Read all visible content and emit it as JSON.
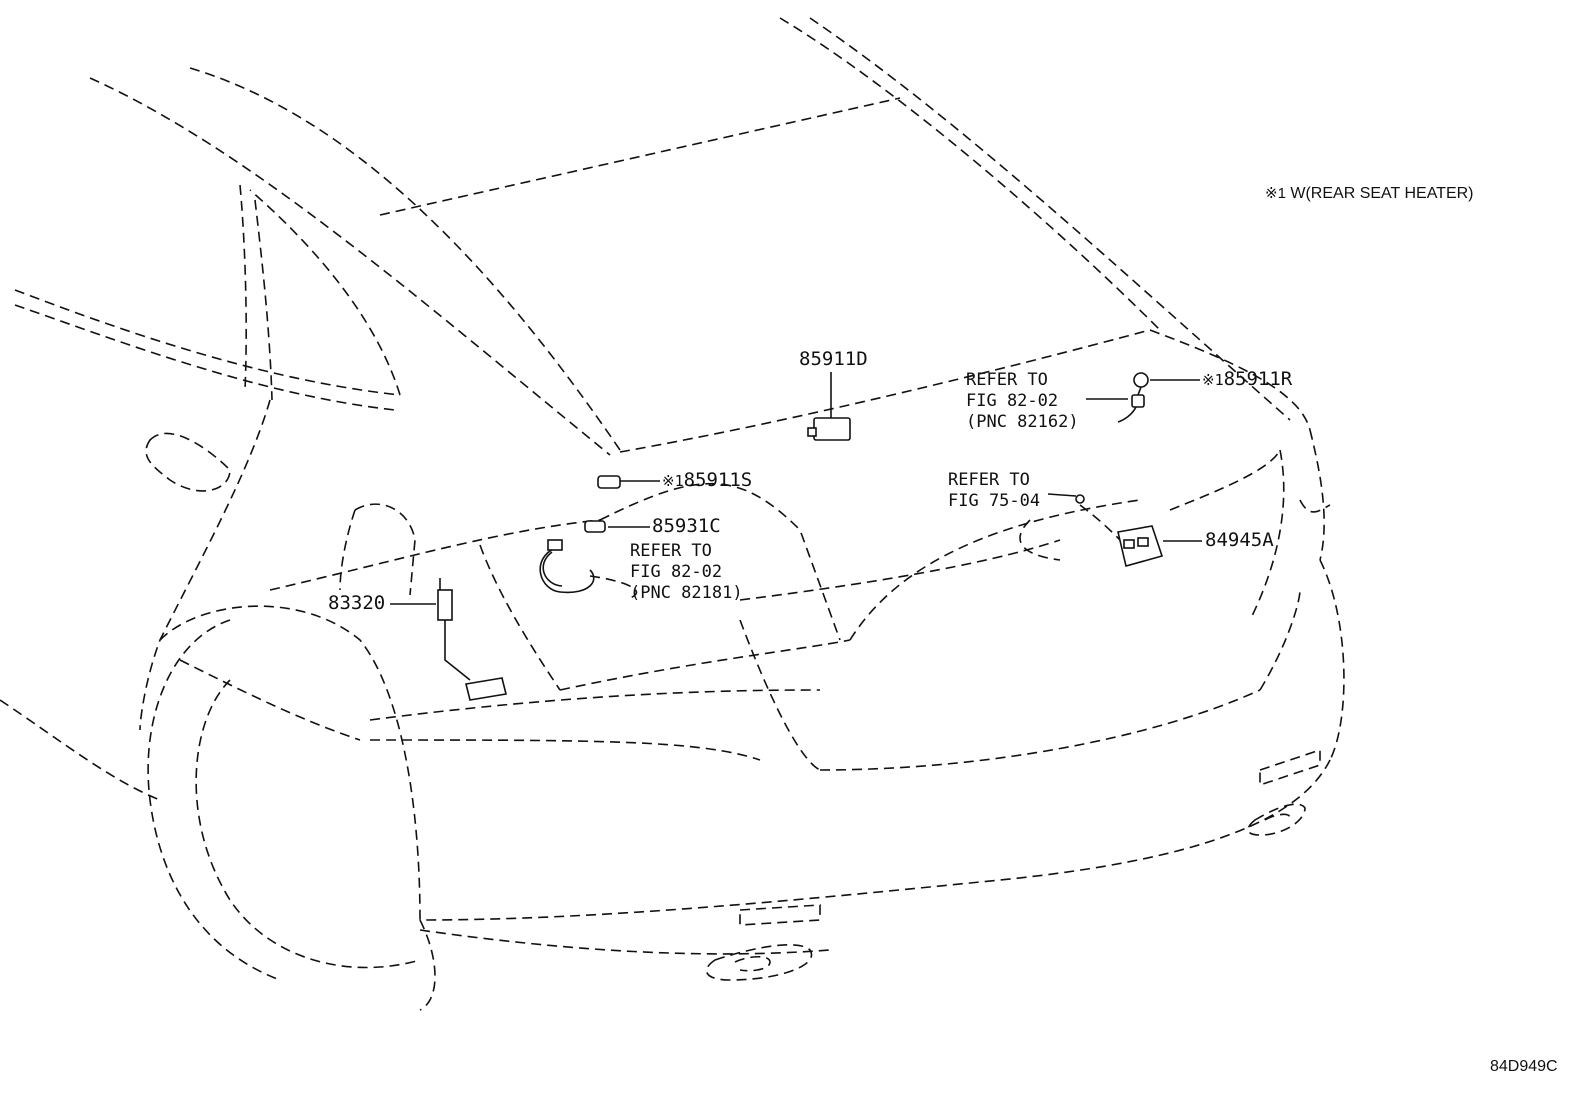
{
  "legend": {
    "mark": "※1",
    "text": "W(REAR SEAT HEATER)"
  },
  "figure_id": "84D949C",
  "mark_symbol": "※1",
  "parts": {
    "p85911D": "85911D",
    "p85911R": "85911R",
    "p85911S": "85911S",
    "p85931C": "85931C",
    "p83320": "83320",
    "p84945A": "84945A"
  },
  "refs": {
    "ref_82162": [
      "REFER TO",
      "FIG 82-02",
      "(PNC 82162)"
    ],
    "ref_75_04": [
      "REFER TO",
      "FIG 75-04"
    ],
    "ref_82181": [
      "REFER TO",
      "FIG 82-02",
      "(PNC 82181)"
    ]
  }
}
